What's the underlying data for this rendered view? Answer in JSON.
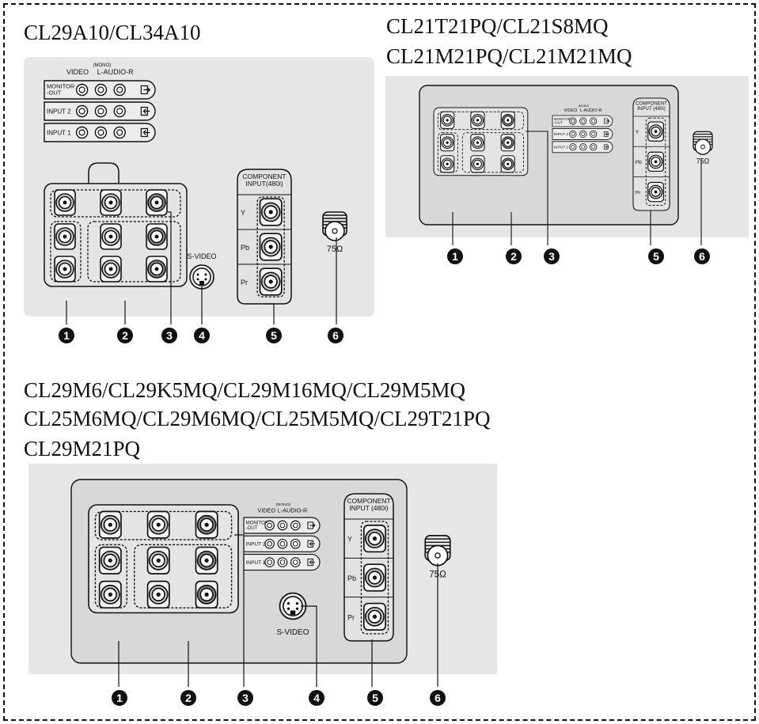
{
  "panel_top_left": {
    "title": "CL29A10/CL34A10",
    "header_video": "VIDEO",
    "header_mono": "(MONO)",
    "header_audio": "L-AUDIO-R",
    "row1": "MONITOR\n-OUT",
    "row2": "INPUT 2",
    "row3": "INPUT 1",
    "svideo": "S-VIDEO",
    "component_title": "COMPONENT\nINPUT(480i)",
    "y": "Y",
    "pb": "Pb",
    "pr": "Pr",
    "ohm": "75Ω",
    "callouts": [
      "1",
      "2",
      "3",
      "4",
      "5",
      "6"
    ]
  },
  "panel_top_right": {
    "title_line1": "CL21T21PQ/CL21S8MQ",
    "title_line2": "CL21M21PQ/CL21M21MQ",
    "header_video": "VIDEO",
    "header_mono": "(MONO)",
    "header_audio": "L-AUDIO-R",
    "row1": "MONITOR\n-OUT",
    "row2": "INPUT 2",
    "row3": "INPUT 1",
    "component_title": "COMPONENT\nINPUT (480i)",
    "y": "Y",
    "pb": "Pb",
    "pr": "Pr",
    "ohm": "75Ω",
    "callouts": [
      "1",
      "2",
      "3",
      "5",
      "6"
    ]
  },
  "panel_bottom": {
    "title_line1": "CL29M6/CL29K5MQ/CL29M16MQ/CL29M5MQ",
    "title_line2": "CL25M6MQ/CL29M6MQ/CL25M5MQ/CL29T21PQ",
    "title_line3": "CL29M21PQ",
    "header_video": "VIDEO",
    "header_mono": "(MONO)",
    "header_audio": "L-AUDIO-R",
    "row1": "MONITOR\n-OUT",
    "row2": "INPUT 2",
    "row3": "INPUT 1",
    "svideo": "S-VIDEO",
    "component_title": "COMPONENT\nINPUT (480i)",
    "y": "Y",
    "pb": "Pb",
    "pr": "Pr",
    "ohm": "75Ω",
    "callouts": [
      "1",
      "2",
      "3",
      "4",
      "5",
      "6"
    ]
  },
  "colors": {
    "panel_bg": "#e6e6e6",
    "board_bg": "#d8d8d8",
    "jack_outer": "#ffffff",
    "jack_dark": "#8a8a8a",
    "line": "#111111"
  }
}
